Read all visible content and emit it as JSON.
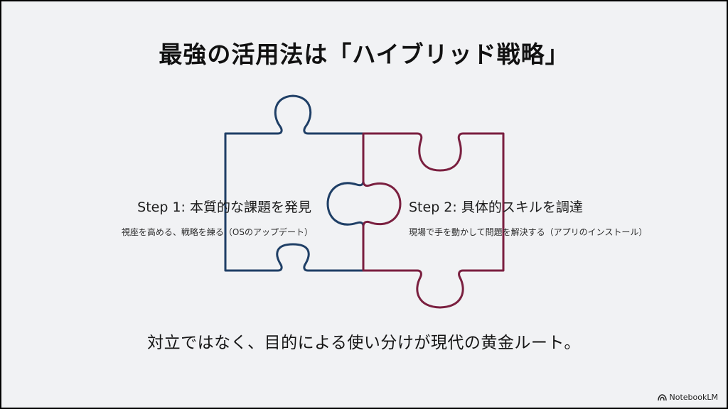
{
  "title": "最強の活用法は「ハイブリッド戦略」",
  "steps": [
    {
      "title": "Step 1: 本質的な課題を発見",
      "description": "視座を高める、戦略を練る（OSのアップデート）",
      "color": "#1f3f66"
    },
    {
      "title": "Step 2: 具体的スキルを調達",
      "description": "現場で手を動かして問題を解決する（アプリのインストール）",
      "color": "#7a1f3f"
    }
  ],
  "conclusion": "対立ではなく、目的による使い分けが現代の黄金ルート。",
  "brand": {
    "icon": "notebooklm-logo-icon",
    "label": "NotebookLM"
  },
  "colors": {
    "background": "#f1f2f4",
    "frame": "#000000"
  }
}
